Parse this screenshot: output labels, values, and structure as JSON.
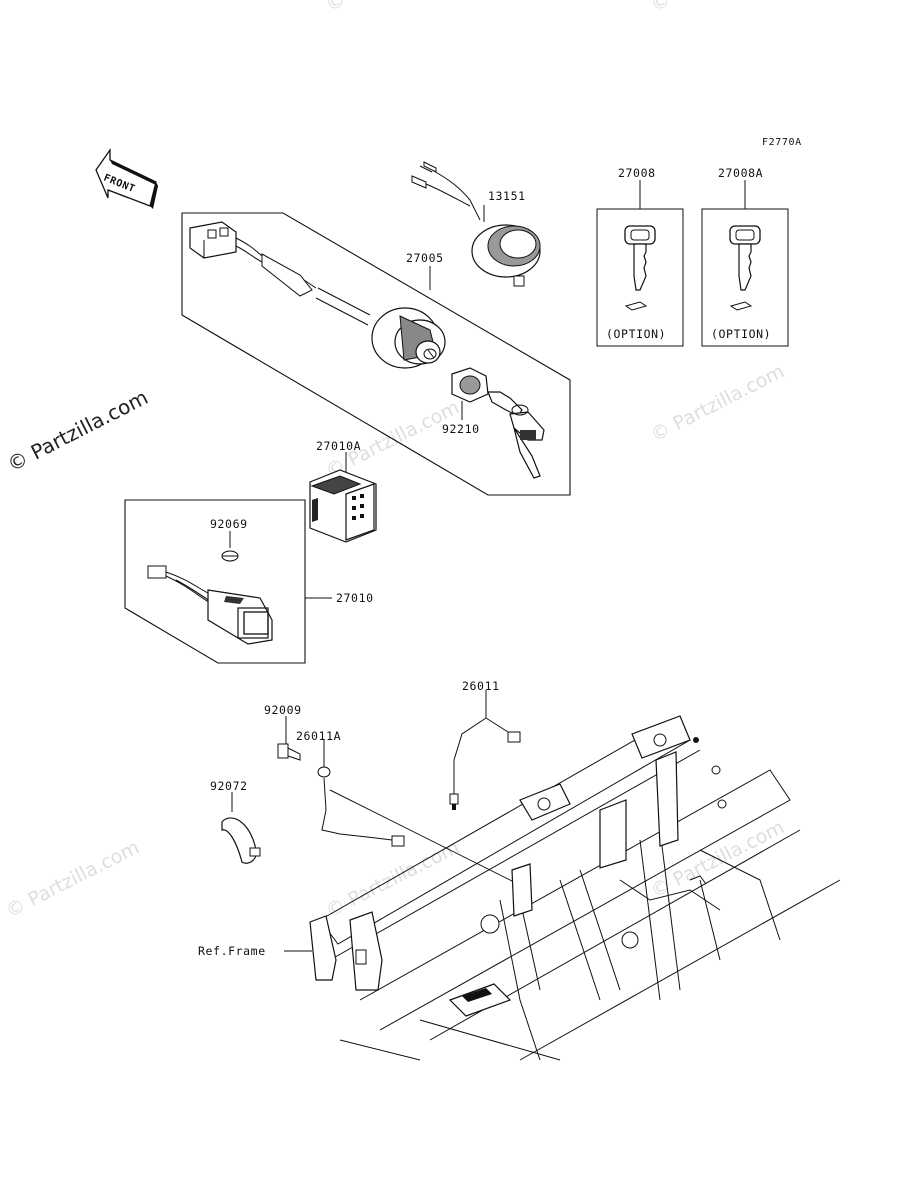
{
  "figure_code": "F2770A",
  "front_arrow_text": "FRONT",
  "watermarks": {
    "main": "© Partzilla.com",
    "repeat": "© Partzilla.com"
  },
  "parts": [
    {
      "id": "p13151",
      "label": "13151"
    },
    {
      "id": "p27005",
      "label": "27005"
    },
    {
      "id": "p92210",
      "label": "92210"
    },
    {
      "id": "p27008",
      "label": "27008",
      "note": "(OPTION)"
    },
    {
      "id": "p27008A",
      "label": "27008A",
      "note": "(OPTION)"
    },
    {
      "id": "p27010A",
      "label": "27010A"
    },
    {
      "id": "p92069",
      "label": "92069"
    },
    {
      "id": "p27010",
      "label": "27010"
    },
    {
      "id": "p26011",
      "label": "26011"
    },
    {
      "id": "p92009",
      "label": "92009"
    },
    {
      "id": "p26011A",
      "label": "26011A"
    },
    {
      "id": "p92072",
      "label": "92072"
    }
  ],
  "ref_frame_label": "Ref.Frame"
}
